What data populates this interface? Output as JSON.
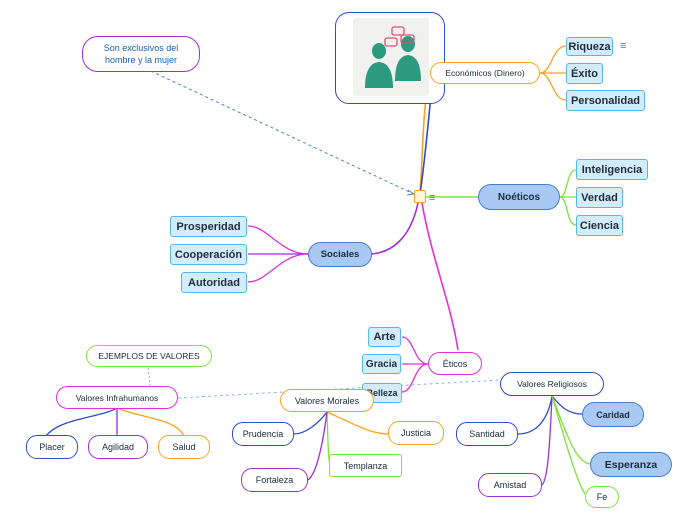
{
  "note": "Son exclusivos del hombre y la mujer",
  "examples_title": "EJEMPLOS  DE VALORES",
  "branches": {
    "economicos": {
      "label": "Económicos (Dinero)",
      "children": [
        "Riqueza",
        "Éxito",
        "Personalidad"
      ]
    },
    "noeticos": {
      "label": "Noéticos",
      "children": [
        "Inteligencia",
        "Verdad",
        "Ciencia"
      ]
    },
    "sociales": {
      "label": "Sociales",
      "children": [
        "Prosperidad",
        "Cooperación",
        "Autoridad"
      ]
    },
    "eticos": {
      "label": "Éticos",
      "children": [
        "Arte",
        "Gracia",
        "Belleza"
      ]
    }
  },
  "infrahumanos": {
    "label": "Valores Infrahumanos",
    "children": [
      "Placer",
      "Agilidad",
      "Salud"
    ]
  },
  "morales": {
    "label": "Valores Morales",
    "children": [
      "Prudencia",
      "Justicia",
      "Templanza",
      "Fortaleza"
    ]
  },
  "religiosos": {
    "label": "Valores Religiosos",
    "children": [
      "Santidad",
      "Caridad",
      "Esperanza",
      "Amistad",
      "Fe"
    ]
  },
  "colors": {
    "orange": "#f5a31e",
    "navy": "#2e4cc4",
    "purple": "#9c2fd6",
    "magenta": "#e030d8",
    "green": "#7ee23a",
    "teal": "#2a9d8f"
  }
}
